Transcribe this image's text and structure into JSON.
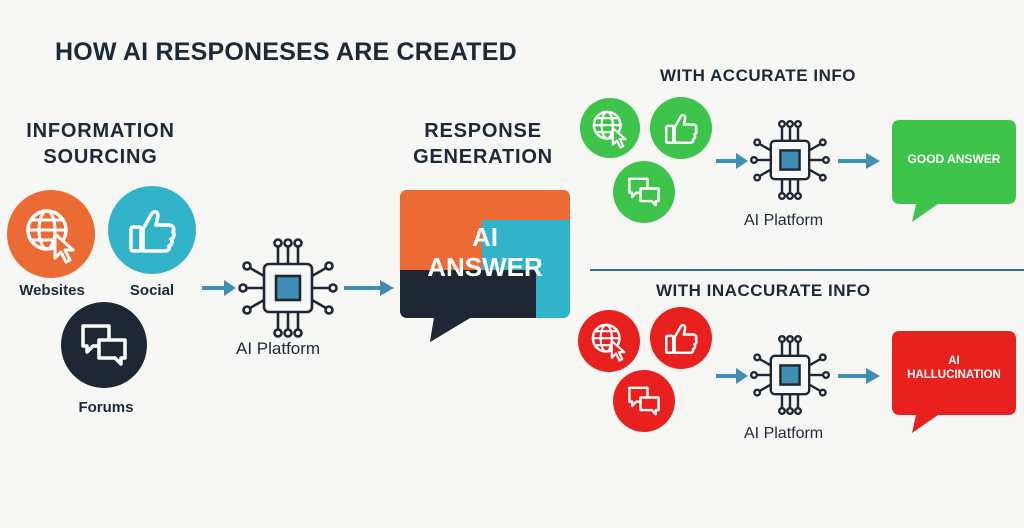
{
  "title": "HOW AI RESPONESES ARE CREATED",
  "sourcing": {
    "heading_line1": "INFORMATION",
    "heading_line2": "SOURCING",
    "sources": [
      {
        "label": "Websites",
        "icon": "globe-cursor-icon",
        "color": "#ec6b35"
      },
      {
        "label": "Social",
        "icon": "thumbs-up-icon",
        "color": "#31b3c9"
      },
      {
        "label": "Forums",
        "icon": "chat-bubbles-icon",
        "color": "#1e2733"
      }
    ]
  },
  "platform_label": "AI Platform",
  "response": {
    "heading_line1": "RESPONSE",
    "heading_line2": "GENERATION",
    "bubble_line1": "AI",
    "bubble_line2": "ANSWER",
    "colors": {
      "orange": "#ec6b35",
      "teal": "#31b3c9",
      "dark": "#1e2733"
    }
  },
  "accurate": {
    "heading": "WITH ACCURATE INFO",
    "platform_label": "AI Platform",
    "result": "GOOD ANSWER",
    "color": "#3ec44a"
  },
  "inaccurate": {
    "heading": "WITH INACCURATE INFO",
    "platform_label": "AI Platform",
    "result_line1": "AI",
    "result_line2": "HALLUCINATION",
    "color": "#e8201e"
  },
  "colors": {
    "arrow": "#3f8fb2",
    "divider": "#2f6f8f",
    "text": "#1d2936"
  }
}
